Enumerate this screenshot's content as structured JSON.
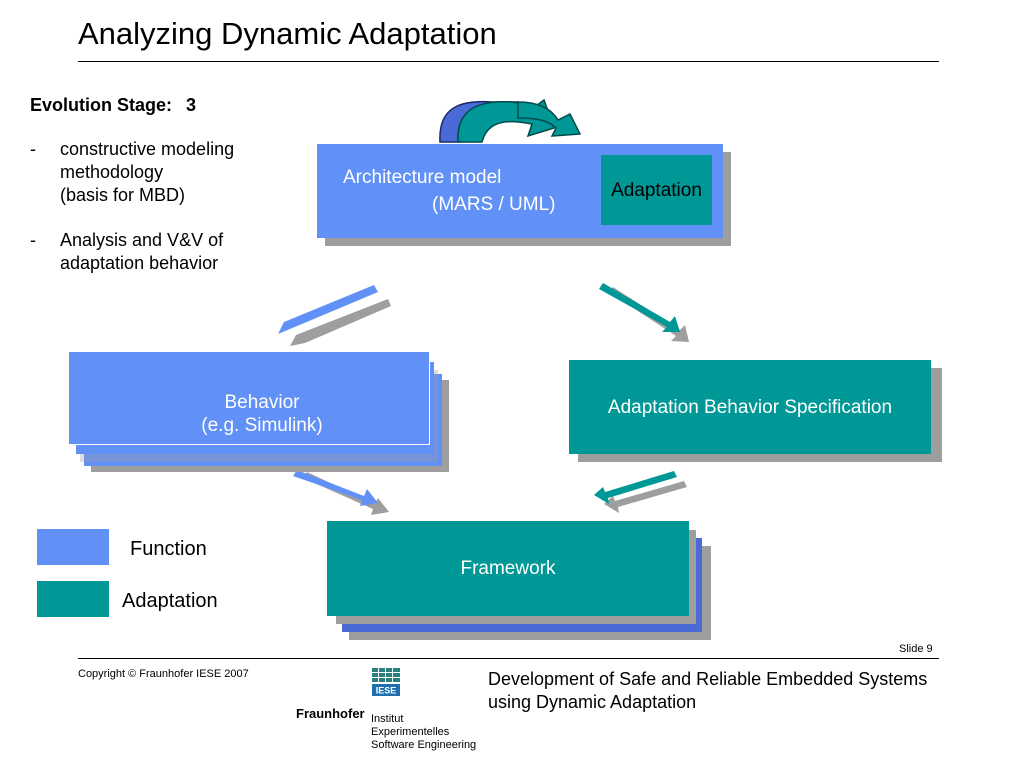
{
  "slide_title": "Analyzing Dynamic Adaptation",
  "stage": {
    "label": "Evolution Stage:",
    "number": "3"
  },
  "bullets": [
    {
      "dash": "-",
      "lines": [
        "constructive modeling",
        "methodology",
        "(basis for MBD)"
      ]
    },
    {
      "dash": "-",
      "lines": [
        "Analysis and V&V of",
        "adaptation behavior"
      ]
    }
  ],
  "diagram": {
    "architecture": {
      "line1": "Architecture model",
      "line2": "(MARS / UML)",
      "inner_label": "Adaptation"
    },
    "behavior": {
      "line1": "Behavior",
      "line2": "(e.g. Simulink)"
    },
    "adaptation_spec": {
      "label": "Adaptation Behavior Specification"
    },
    "framework": {
      "label": "Framework"
    }
  },
  "legend": [
    {
      "label": "Function",
      "color": "#6190f6"
    },
    {
      "label": "Adaptation",
      "color": "#009797"
    }
  ],
  "colors": {
    "function_blue": "#6190f6",
    "adaptation_teal": "#009797",
    "shadow": "#9e9e9e",
    "dark_blue": "#4a6bd5"
  },
  "footer": {
    "slide_number": "Slide 9",
    "copyright": "Copyright © Fraunhofer IESE 2007",
    "title_lines": [
      "Development of Safe and Reliable Embedded Systems",
      "using Dynamic Adaptation"
    ],
    "logo": {
      "brand": "Fraunhofer",
      "badge": "IESE",
      "institute_lines": [
        "Institut",
        "Experimentelles",
        "Software Engineering"
      ]
    }
  }
}
